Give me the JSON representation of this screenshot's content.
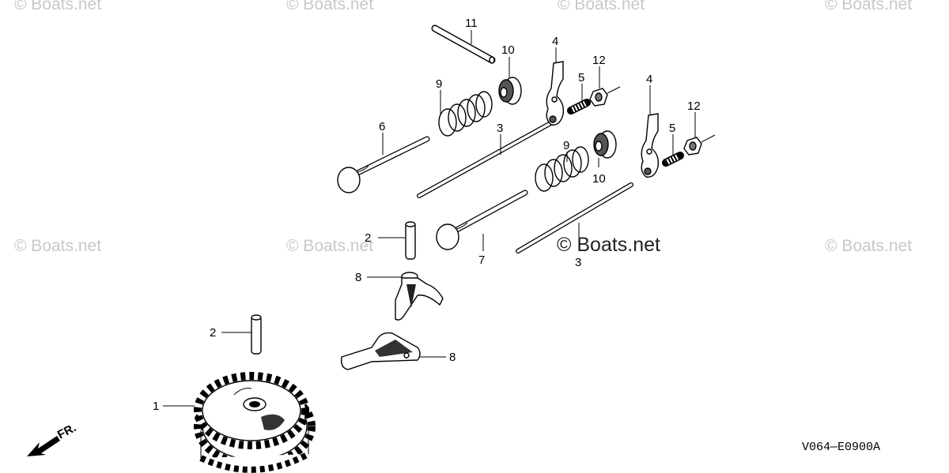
{
  "watermarks": {
    "top_1": "© Boats.net",
    "top_2": "© Boats.net",
    "top_3": "© Boats.net",
    "top_4": "© Boats.net",
    "mid_1": "© Boats.net",
    "mid_2": "© Boats.net",
    "mid_3": "© Boats.net",
    "center": "© Boats.net"
  },
  "diagram_code": "V064—E0900A",
  "front_indicator": "FR.",
  "callouts": {
    "c1": "1",
    "c2a": "2",
    "c2b": "2",
    "c3a": "3",
    "c3b": "3",
    "c4a": "4",
    "c4b": "4",
    "c5a": "5",
    "c5b": "5",
    "c6": "6",
    "c7": "7",
    "c8a": "8",
    "c8b": "8",
    "c9a": "9",
    "c9b": "9",
    "c10a": "10",
    "c10b": "10",
    "c11": "11",
    "c12a": "12",
    "c12b": "12"
  }
}
